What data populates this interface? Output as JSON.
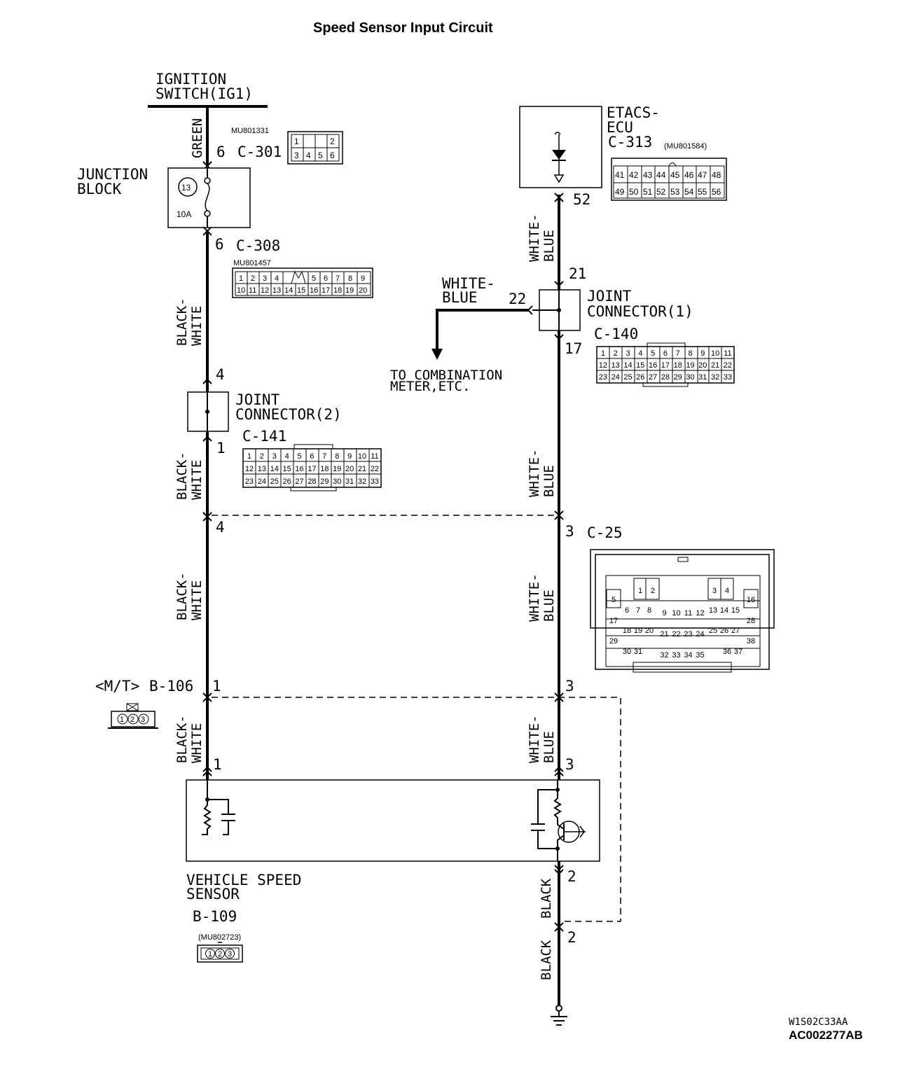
{
  "title": "Speed Sensor Input Circuit",
  "labels": {
    "ignition_1": "IGNITION",
    "ignition_2": "SWITCH(IG1)",
    "junction_1": "JUNCTION",
    "junction_2": "BLOCK",
    "fuse_num": "13",
    "fuse_amp": "10A",
    "etacs_1": "ETACS-",
    "etacs_2": "ECU",
    "jc1_1": "JOINT",
    "jc1_2": "CONNECTOR(1)",
    "jc2_1": "JOINT",
    "jc2_2": "CONNECTOR(2)",
    "to_meter_1": "TO COMBINATION",
    "to_meter_2": "METER,ETC.",
    "vss_1": "VEHICLE SPEED",
    "vss_2": "SENSOR",
    "mt": "<M/T>"
  },
  "connectors": {
    "c301": "C-301",
    "c301_part": "MU801331",
    "c308": "C-308",
    "c308_part": "MU801457",
    "c313": "C-313",
    "c313_part": "(MU801584)",
    "c140": "C-140",
    "c141": "C-141",
    "c25": "C-25",
    "b106": "B-106",
    "b109": "B-109",
    "b109_part": "(MU802723)"
  },
  "wires": {
    "green": "GREEN",
    "black": "BLACK",
    "white": "WHITE",
    "white_dash": "WHITE-",
    "black_dash": "BLACK-",
    "blue": "BLUE"
  },
  "pins": {
    "p6a": "6",
    "p6b": "6",
    "p4a": "4",
    "p1a": "1",
    "p4b": "4",
    "p1b": "1",
    "p1c": "1",
    "p52": "52",
    "p21": "21",
    "p22": "22",
    "p17": "17",
    "p3a": "3",
    "p3b": "3",
    "p3c": "3",
    "p2a": "2",
    "p2b": "2"
  },
  "pin_grids": {
    "c301_top": [
      "1",
      "",
      "2"
    ],
    "c301_bottom": [
      "3",
      "4",
      "5",
      "6"
    ],
    "c313_top": [
      "41",
      "42",
      "43",
      "44",
      "45",
      "46",
      "47",
      "48"
    ],
    "c313_bottom": [
      "49",
      "50",
      "51",
      "52",
      "53",
      "54",
      "55",
      "56"
    ],
    "c308_top": [
      "1",
      "2",
      "3",
      "4",
      "",
      "5",
      "6",
      "7",
      "8",
      "9"
    ],
    "c308_bottom": [
      "10",
      "11",
      "12",
      "13",
      "14",
      "15",
      "16",
      "17",
      "18",
      "19",
      "20"
    ],
    "c140_r1": [
      "1",
      "2",
      "3",
      "4",
      "5",
      "6",
      "7",
      "8",
      "9",
      "10",
      "11"
    ],
    "c140_r2": [
      "12",
      "13",
      "14",
      "15",
      "16",
      "17",
      "18",
      "19",
      "20",
      "21",
      "22"
    ],
    "c140_r3": [
      "23",
      "24",
      "25",
      "26",
      "27",
      "28",
      "29",
      "30",
      "31",
      "32",
      "33"
    ],
    "c141_r1": [
      "1",
      "2",
      "3",
      "4",
      "5",
      "6",
      "7",
      "8",
      "9",
      "10",
      "11"
    ],
    "c141_r2": [
      "12",
      "13",
      "14",
      "15",
      "16",
      "17",
      "18",
      "19",
      "20",
      "21",
      "22"
    ],
    "c141_r3": [
      "23",
      "24",
      "25",
      "26",
      "27",
      "28",
      "29",
      "30",
      "31",
      "32",
      "33"
    ],
    "b106": [
      "1",
      "2",
      "3"
    ],
    "b109": [
      "1",
      "2",
      "3"
    ],
    "c25": {
      "a": [
        "1",
        "2"
      ],
      "b": [
        "3",
        "4"
      ],
      "p5": "5",
      "p16": "16",
      "r2l": [
        "6",
        "7",
        "8"
      ],
      "r2m": [
        "9",
        "10",
        "11",
        "12"
      ],
      "r2r": [
        "13",
        "14",
        "15"
      ],
      "p17": "17",
      "p28": "28",
      "r3l": [
        "18",
        "19",
        "20"
      ],
      "r3m": [
        "21",
        "22",
        "23",
        "24"
      ],
      "r3r": [
        "25",
        "26",
        "27"
      ],
      "p29": "29",
      "p38": "38",
      "r4l": [
        "30",
        "31"
      ],
      "r4m": [
        "32",
        "33",
        "34",
        "35"
      ],
      "r4r": [
        "36",
        "37"
      ]
    }
  },
  "footer": {
    "code1": "W1S02C33AA",
    "code2": "AC002277AB"
  }
}
